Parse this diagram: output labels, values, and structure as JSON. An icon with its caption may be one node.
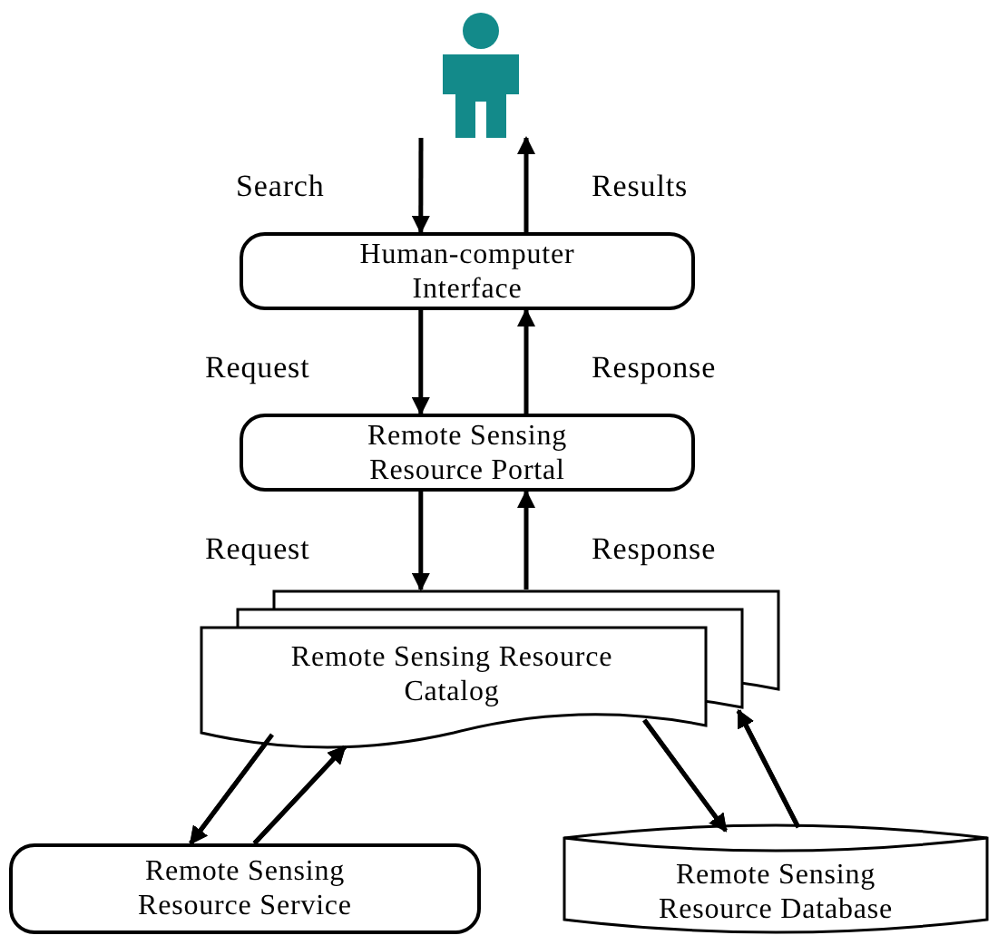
{
  "diagram": {
    "nodes": [
      {
        "text": [],
        "shape": "person"
      },
      {
        "text": [
          "Human-computer Interface"
        ]
      },
      {
        "text": [
          "Remote Sensing Resource Portal"
        ]
      },
      {
        "text": [
          "Remote Sensing Resource Catalog"
        ]
      },
      {
        "text": [
          "Remote Sensing Resource Service"
        ]
      },
      {
        "text": [
          "Remote Sensing Resource Database"
        ]
      }
    ],
    "edges": [
      {
        "from": 0,
        "to": 1,
        "arrow": "to",
        "label": "Search"
      },
      {
        "from": 1,
        "to": 0,
        "arrow": "to",
        "label": "Results"
      },
      {
        "from": 1,
        "to": 2,
        "arrow": "to",
        "label": "Request"
      },
      {
        "from": 2,
        "to": 1,
        "arrow": "to",
        "label": "Response"
      },
      {
        "from": 2,
        "to": 3,
        "arrow": "to",
        "label": "Request"
      },
      {
        "from": 3,
        "to": 2,
        "arrow": "to",
        "label": "Response"
      },
      {
        "from": 3,
        "to": 4,
        "arrow": "to"
      },
      {
        "from": 4,
        "to": 3,
        "arrow": "to"
      },
      {
        "from": 3,
        "to": 5,
        "arrow": "to"
      },
      {
        "from": 5,
        "to": 3,
        "arrow": "to"
      }
    ]
  }
}
